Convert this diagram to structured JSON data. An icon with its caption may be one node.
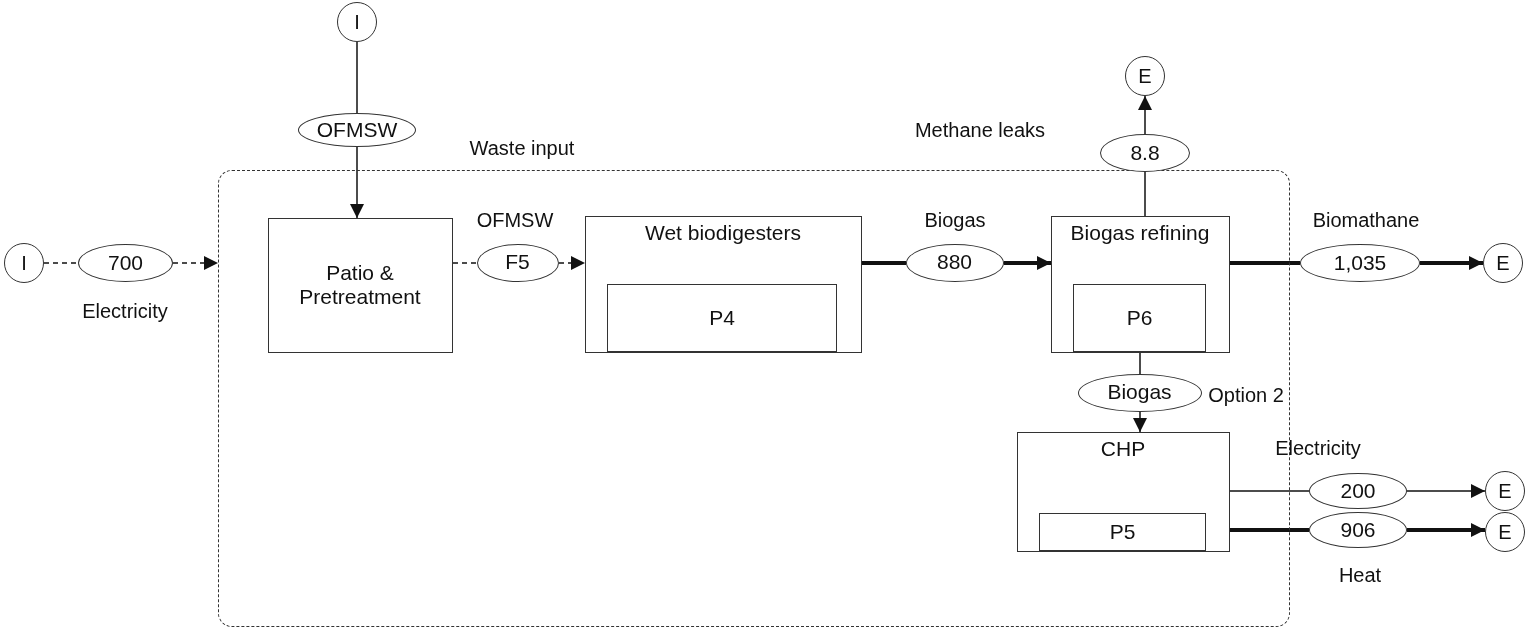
{
  "diagram": {
    "nodes": [
      {
        "text": [],
        "shape": "box"
      },
      {
        "text": [
          "I"
        ]
      },
      {
        "text": [
          "OFMSW"
        ],
        "beside": [
          "Waste input"
        ]
      },
      {
        "text": [
          "I"
        ]
      },
      {
        "text": [
          "700"
        ],
        "beside": [
          "Electricity"
        ]
      },
      {
        "text": [
          "Patio & Pretreatment"
        ],
        "in": 0
      },
      {
        "text": [
          "F5"
        ],
        "beside": [
          "OFMSW"
        ],
        "in": 0
      },
      {
        "text": [
          "Wet biodigesters"
        ],
        "in": 0
      },
      {
        "text": [
          "P4"
        ],
        "in": 7
      },
      {
        "text": [
          "880"
        ],
        "beside": [
          "Biogas"
        ],
        "in": 0
      },
      {
        "text": [
          "E"
        ]
      },
      {
        "text": [
          "8.8"
        ],
        "beside": [
          "Methane leaks"
        ]
      },
      {
        "text": [
          "Biogas refining"
        ],
        "in": 0
      },
      {
        "text": [
          "P6"
        ],
        "in": 12
      },
      {
        "text": [
          "1,035"
        ],
        "beside": [
          "Biomathane"
        ]
      },
      {
        "text": [
          "E"
        ]
      },
      {
        "text": [
          "Biogas"
        ],
        "beside": [
          "Option 2"
        ],
        "in": 0
      },
      {
        "text": [
          "CHP"
        ],
        "in": 0
      },
      {
        "text": [
          "P5"
        ],
        "in": 17
      },
      {
        "text": [
          "200"
        ],
        "beside": [
          "Electricity"
        ]
      },
      {
        "text": [
          "E"
        ]
      },
      {
        "text": [
          "906"
        ],
        "beside": [
          "Heat"
        ]
      },
      {
        "text": [
          "E"
        ]
      }
    ],
    "edges": [
      {
        "from": 1,
        "to": 2,
        "arrow": "none"
      },
      {
        "from": 2,
        "to": 5,
        "arrow": "to"
      },
      {
        "from": 3,
        "to": 4,
        "arrow": "none",
        "style": "dashed"
      },
      {
        "from": 4,
        "to": 0,
        "arrow": "to",
        "style": "dashed"
      },
      {
        "from": 5,
        "to": 6,
        "arrow": "none",
        "style": "dashed"
      },
      {
        "from": 6,
        "to": 7,
        "arrow": "to",
        "style": "dashed"
      },
      {
        "from": 7,
        "to": 9,
        "arrow": "none",
        "style": "thick"
      },
      {
        "from": 9,
        "to": 12,
        "arrow": "to",
        "style": "thick"
      },
      {
        "from": 12,
        "to": 11,
        "arrow": "none"
      },
      {
        "from": 11,
        "to": 10,
        "arrow": "to"
      },
      {
        "from": 12,
        "to": 14,
        "arrow": "none",
        "style": "thick"
      },
      {
        "from": 14,
        "to": 15,
        "arrow": "to",
        "style": "thick"
      },
      {
        "from": 12,
        "to": 16,
        "arrow": "none"
      },
      {
        "from": 16,
        "to": 17,
        "arrow": "to"
      },
      {
        "from": 17,
        "to": 19,
        "arrow": "none"
      },
      {
        "from": 19,
        "to": 20,
        "arrow": "to"
      },
      {
        "from": 17,
        "to": 21,
        "arrow": "none",
        "style": "thick"
      },
      {
        "from": 21,
        "to": 22,
        "arrow": "to",
        "style": "thick"
      }
    ]
  }
}
